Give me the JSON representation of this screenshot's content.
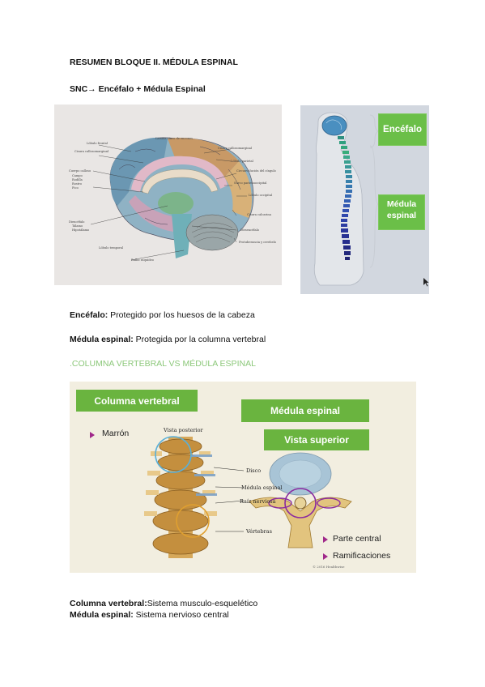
{
  "heading": "RESUMEN BLOQUE II. MÉDULA ESPINAL",
  "snc": {
    "prefix": "SNC",
    "rest": " Encéfalo + Médula Espinal"
  },
  "encefalo_line": {
    "label": "Encéfalo:",
    "text": " Protegido por los huesos de la cabeza"
  },
  "medula_line": {
    "label": "Médula espinal:",
    "text": " Protegida por la columna vertebral"
  },
  "section_title": ".COLUMNA VERTEBRAL VS MÉDULA ESPINAL",
  "brain_labels": {
    "lobulo_frontal": "Lóbulo frontal",
    "cisura_callosomarginal": "Cisura callosomarginal",
    "cuerpo_calloso": "Cuerpo calloso",
    "campo": "Campo",
    "rodilla": "Rodilla",
    "rostro": "Rostro",
    "pico": "Pico",
    "lamina_cruzada": "Lámina cruzada",
    "lamina_terminal": "Lámina cruzada del cuerpo calloso",
    "encefalo": "Diencéfalo",
    "talamo": "Tálamo",
    "hipotalamo": "Hipotálamo",
    "lobulo_temporal": "Lóbulo temporal",
    "bulbo_raquideo": "Bulbo raquídeo",
    "lamina_medular": "Lamina cinco de encones",
    "cisura_callosomarginal_r": "Cisura callosomarginal",
    "lobulo_parietal": "Lóbulo parietal",
    "circunvolucion": "Circunvolución del cíngulo",
    "surco_parietooccipital": "Surco parietooccipital",
    "lobulo_occipital": "Lóbulo occipital",
    "cisura_calcarina": "Cisura calcarina",
    "mesencefalo": "Mesencéfalo",
    "protuberancia": "Protuberancia y cerebelo"
  },
  "body_panel": {
    "encefalo": "Encéfalo",
    "medula_line1": "Médula",
    "medula_line2": "espinal"
  },
  "spine_panel": {
    "columna_vertebral": "Columna vertebral",
    "medula_espinal": "Médula espinal",
    "vista_superior": "Vista superior",
    "marron": "Marrón",
    "vista_posterior": "Vista posterior",
    "disco": "Disco",
    "medula_label": "Médula espinal",
    "raiz_nerviosa": "Raíz nerviosa",
    "vertebras": "Vértebras",
    "parte_central": "Parte central",
    "ramificaciones": "Ramificaciones",
    "copyright": "© 2016 Healthwise"
  },
  "definitions": [
    {
      "label": "Columna vertebral:",
      "text": "Sistema musculo-esquelético"
    },
    {
      "label": "Médula espinal:",
      "text": " Sistema nervioso central"
    }
  ],
  "colors": {
    "green_title": "#8cc87a",
    "green_box": "#6bbf48",
    "bullet": "#a0288a"
  }
}
